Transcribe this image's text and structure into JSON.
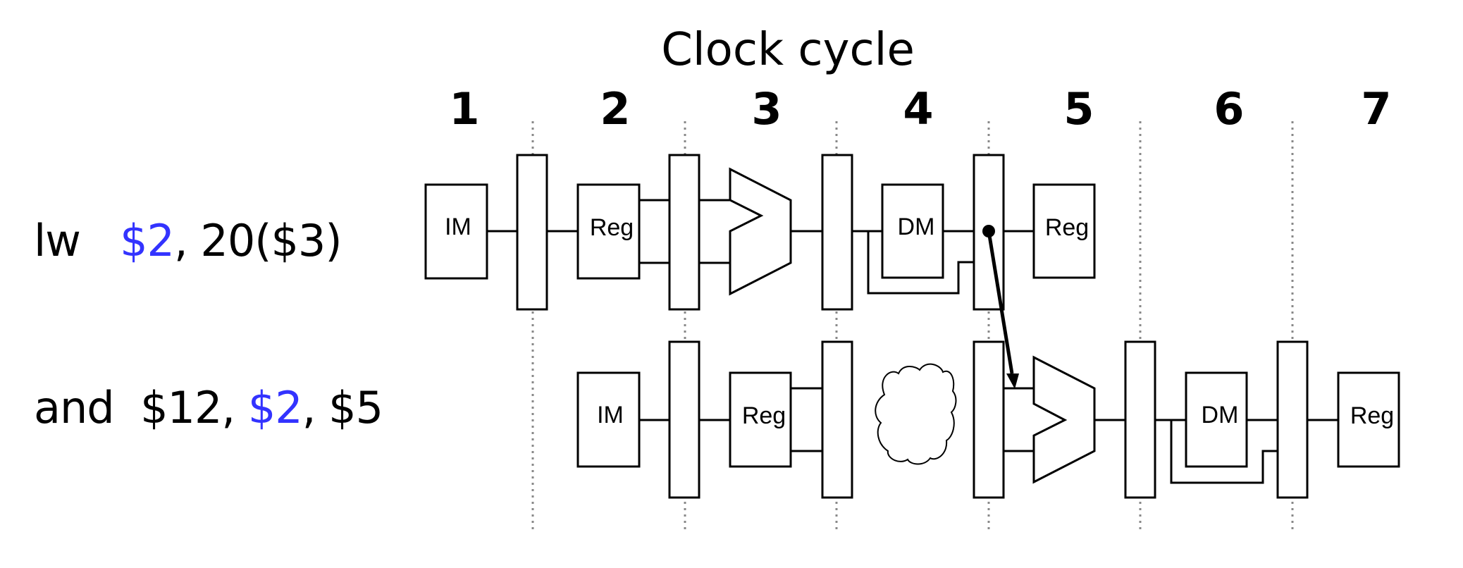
{
  "title": "Clock cycle",
  "cycles": [
    "1",
    "2",
    "3",
    "4",
    "5",
    "6",
    "7"
  ],
  "instructions": [
    {
      "op": "lw",
      "dest": "$2",
      "rest": ", 20($3)"
    },
    {
      "op": "and",
      "pre": "$12, ",
      "src": "$2",
      "post": ", $5"
    }
  ],
  "highlight_color": "#3333ff",
  "units": {
    "im": "IM",
    "reg": "Reg",
    "dm": "DM"
  },
  "annotations": {
    "forwarding": "forwarding path from MEM/WB register to ALU input",
    "stall": "bubble (stall) in cycle 4"
  }
}
